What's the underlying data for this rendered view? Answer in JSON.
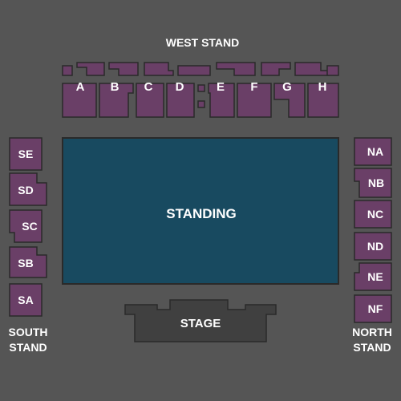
{
  "west_stand": {
    "title": "WEST STAND",
    "blocks": [
      "A",
      "B",
      "C",
      "D",
      "E",
      "F",
      "G",
      "H"
    ]
  },
  "south_stand": {
    "title_line1": "SOUTH",
    "title_line2": "STAND",
    "blocks": [
      "SE",
      "SD",
      "SC",
      "SB",
      "SA"
    ]
  },
  "north_stand": {
    "title_line1": "NORTH",
    "title_line2": "STAND",
    "blocks": [
      "NA",
      "NB",
      "NC",
      "ND",
      "NE",
      "NF"
    ]
  },
  "floor": {
    "label": "STANDING"
  },
  "stage": {
    "label": "STAGE"
  },
  "colors": {
    "background": "#555555",
    "seat_block": "#6a3f67",
    "standing_area": "#184a60",
    "stage": "#404040",
    "outline": "#2a2a2a"
  }
}
